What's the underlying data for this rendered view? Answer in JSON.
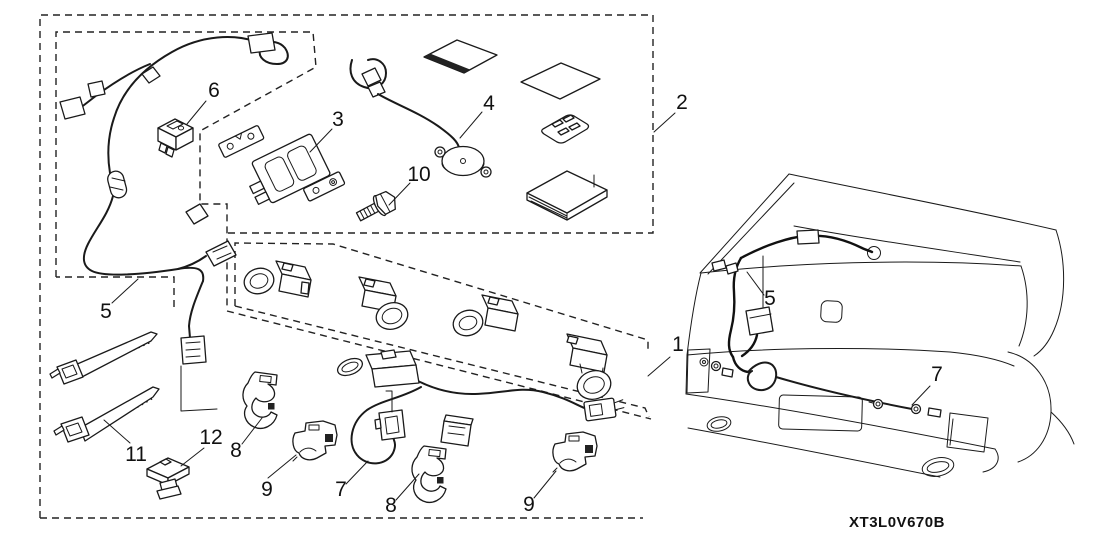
{
  "diagram": {
    "type": "exploded-parts-illustration",
    "part_code": "XT3L0V670B",
    "callouts": [
      {
        "id": "kit-box",
        "label": "2"
      },
      {
        "id": "control-unit",
        "label": "3"
      },
      {
        "id": "buzzer",
        "label": "4"
      },
      {
        "id": "fuse-holder",
        "label": "6"
      },
      {
        "id": "bolt",
        "label": "10"
      },
      {
        "id": "main-harness",
        "label": "5"
      },
      {
        "id": "cable-ties",
        "label": "11"
      },
      {
        "id": "wire-clip",
        "label": "12"
      },
      {
        "id": "clip-8-left",
        "label": "8"
      },
      {
        "id": "clip-9-left",
        "label": "9"
      },
      {
        "id": "sub-harness",
        "label": "7"
      },
      {
        "id": "clip-8-right",
        "label": "8"
      },
      {
        "id": "clip-9-right",
        "label": "9"
      },
      {
        "id": "sensor-group",
        "label": "1"
      },
      {
        "id": "main-harness-car",
        "label": "5"
      },
      {
        "id": "sub-harness-car",
        "label": "7"
      }
    ]
  }
}
